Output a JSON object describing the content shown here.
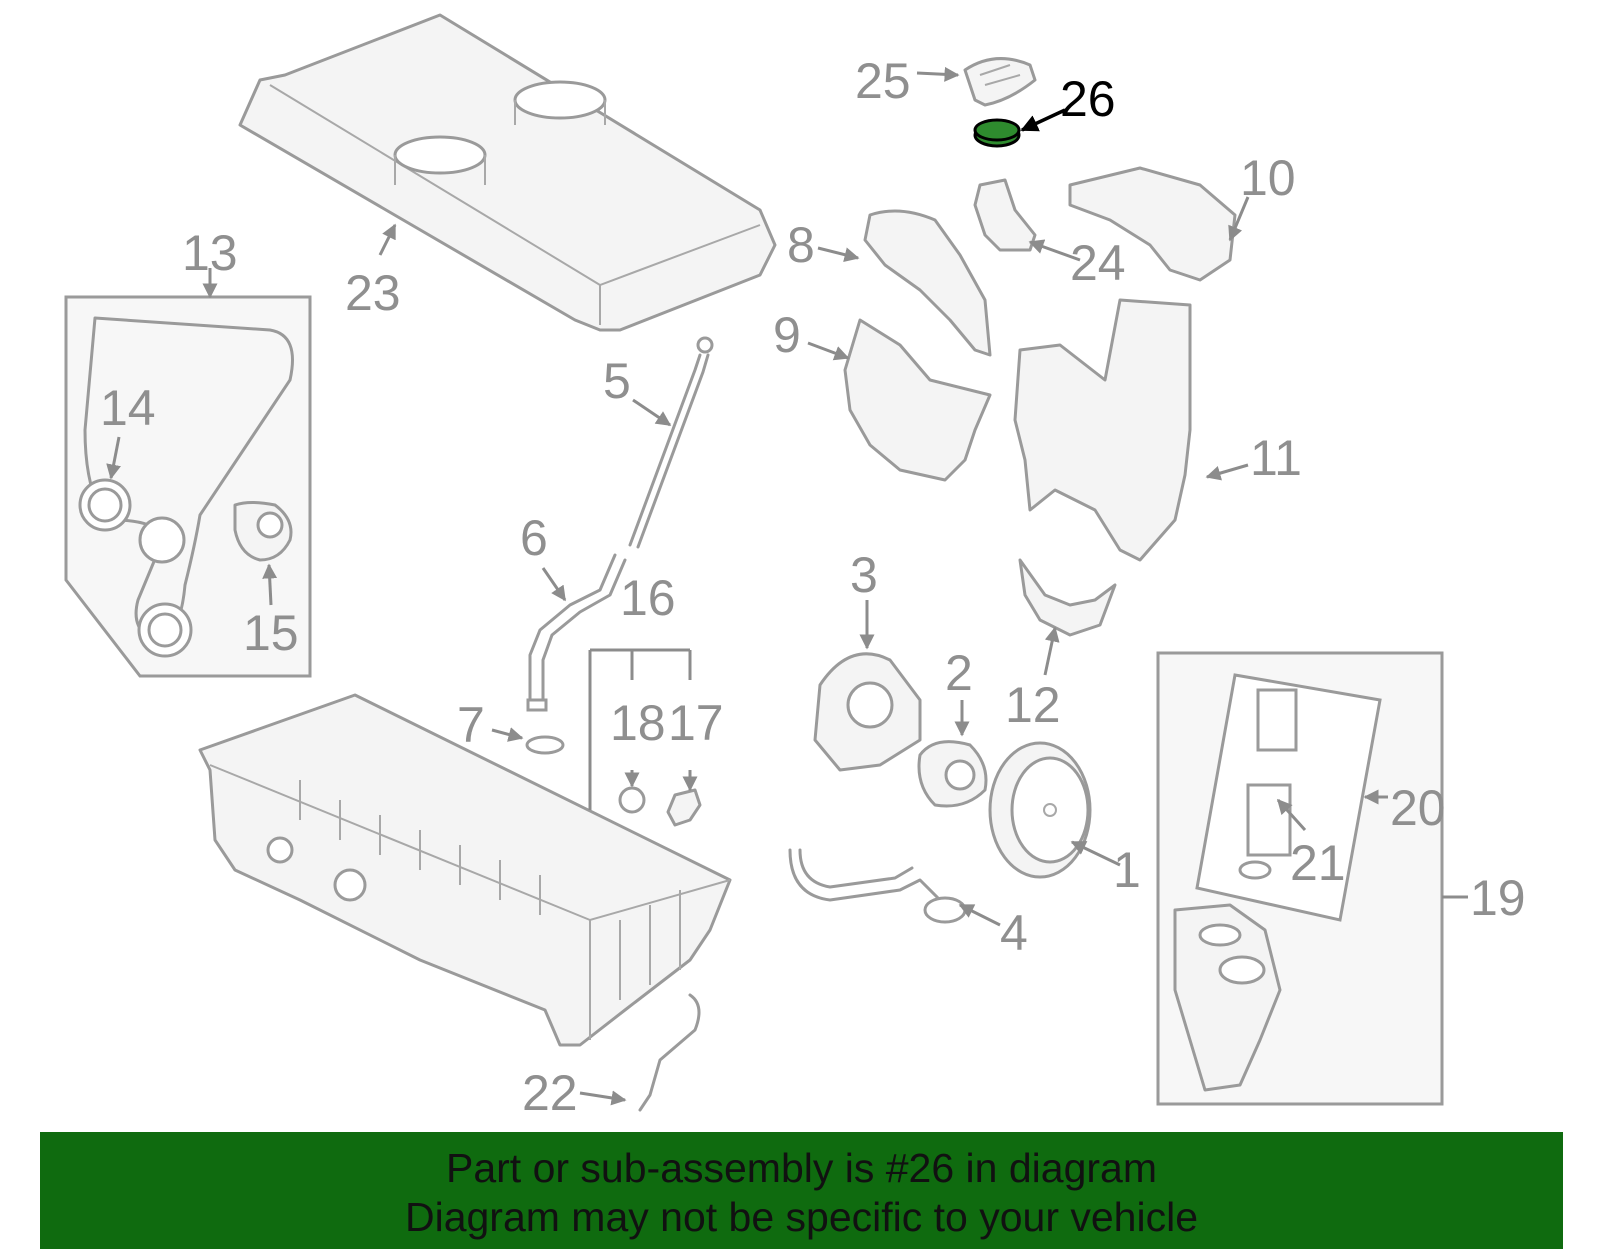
{
  "highlighted_part": "26",
  "callouts": {
    "c1": "1",
    "c2": "2",
    "c3": "3",
    "c4": "4",
    "c5": "5",
    "c6": "6",
    "c7": "7",
    "c8": "8",
    "c9": "9",
    "c10": "10",
    "c11": "11",
    "c12": "12",
    "c13": "13",
    "c14": "14",
    "c15": "15",
    "c16": "16",
    "c17": "17",
    "c18": "18",
    "c19": "19",
    "c20": "20",
    "c21": "21",
    "c22": "22",
    "c23": "23",
    "c24": "24",
    "c25": "25",
    "c26": "26"
  },
  "banner": {
    "line1": "Part or sub-assembly is #26 in diagram",
    "line2": "Diagram may not be specific to your vehicle"
  },
  "colors": {
    "banner_background": "#0f6b0f",
    "highlight_fill": "#2e8b2e",
    "part_stroke": "#9a9a9a"
  }
}
